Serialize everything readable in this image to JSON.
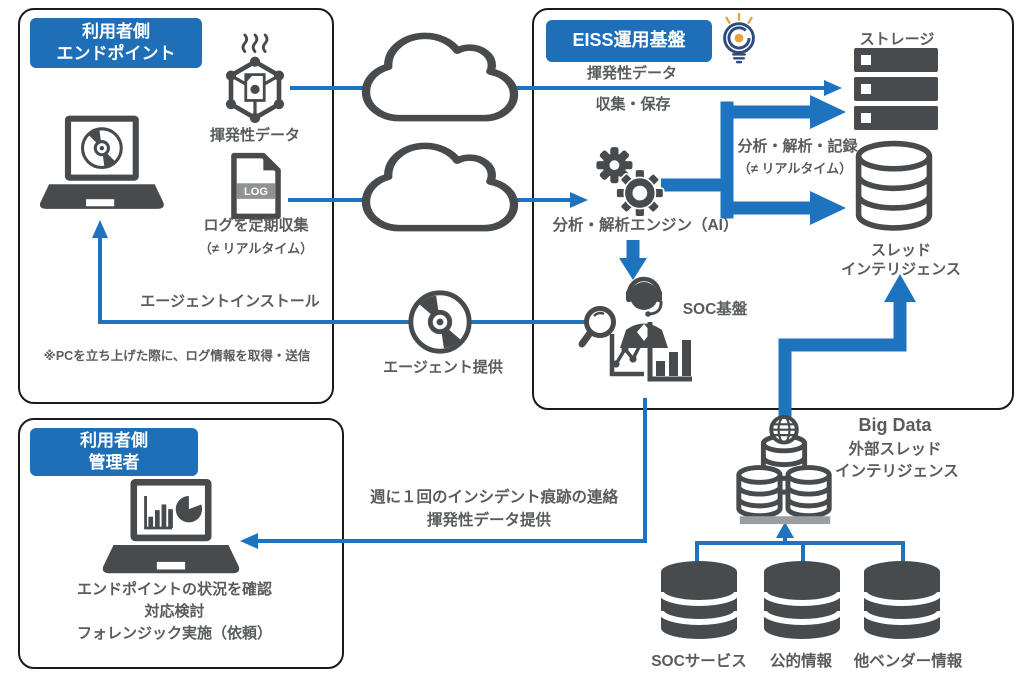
{
  "colors": {
    "accent_blue": "#1e6fb8",
    "line_blue": "#1e73be",
    "icon_dark": "#474b4e",
    "text_gray": "#595c5e",
    "border_black": "#1a1a1a",
    "bulb_yellow": "#e8a33b",
    "bulb_navy": "#2b4a7e"
  },
  "endpoint_box": {
    "title_line1": "利用者側",
    "title_line2": "エンドポイント",
    "volatile_data_label": "揮発性データ",
    "log_icon_text": "LOG",
    "log_collect_line1": "ログを定期収集",
    "log_collect_line2": "（≠ リアルタイム）",
    "agent_install_label": "エージェントインストール",
    "note": "※PCを立ち上げた際に、ログ情報を取得・送信"
  },
  "agent_provide": {
    "label": "エージェント提供"
  },
  "eiss_box": {
    "title": "EISS運用基盤",
    "volatile_line1": "揮発性データ",
    "volatile_line2": "収集・保存",
    "engine_label": "分析・解析エンジン（AI）",
    "record_line1": "分析・解析・記録",
    "record_line2": "（≠ リアルタイム）",
    "soc_label": "SOC基盤",
    "storage_label": "ストレージ",
    "threat_db_line1": "スレッド",
    "threat_db_line2": "インテリジェンス"
  },
  "big_data": {
    "line1": "Big Data",
    "line2": "外部スレッド",
    "line3": "インテリジェンス"
  },
  "weekly_report": {
    "line1": "週に１回のインシデント痕跡の連絡",
    "line2": "揮発性データ提供"
  },
  "admin_box": {
    "title_line1": "利用者側",
    "title_line2": "管理者",
    "desc_line1": "エンドポイントの状況を確認",
    "desc_line2": "対応検討",
    "desc_line3": "フォレンジック実施（依頼）"
  },
  "sources": {
    "items": [
      {
        "label": "SOCサービス"
      },
      {
        "label": "公的情報"
      },
      {
        "label": "他ベンダー情報"
      }
    ]
  },
  "icon_names": [
    "laptop-cd-icon",
    "volatile-cube-icon",
    "log-file-icon",
    "cloud-icon",
    "cd-disc-icon",
    "lightbulb-idea-icon",
    "gears-ai-engine-icon",
    "soc-analyst-icon",
    "server-storage-icon",
    "database-cylinder-icon",
    "bigdata-globe-db-icon",
    "admin-laptop-charts-icon",
    "solid-database-icon"
  ]
}
